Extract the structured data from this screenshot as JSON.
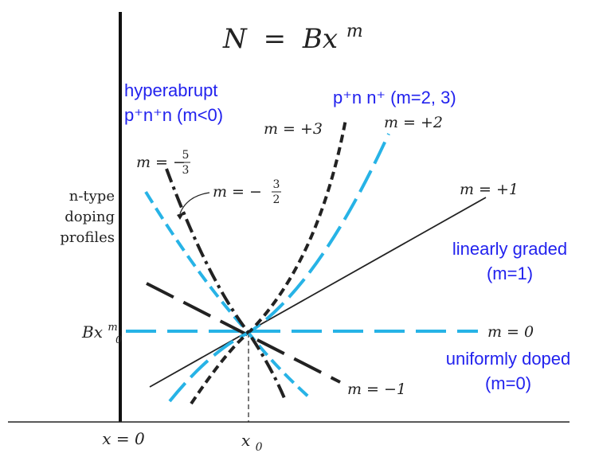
{
  "title": {
    "lhs": "N",
    "eq": "=",
    "rhs": "Bx",
    "exp": "m"
  },
  "y_axis_label": [
    "n-type",
    "doping",
    "profiles"
  ],
  "y_tick": {
    "base": "Bx",
    "sub": "0",
    "sup": "m"
  },
  "x_axis": {
    "origin_label": "x = 0",
    "x0_base": "x",
    "x0_sub": "0"
  },
  "lines": [
    {
      "id": "m-plus-3",
      "label": "m = +3",
      "color": "#222222",
      "style": "dashed-short"
    },
    {
      "id": "m-plus-2",
      "label": "m = +2",
      "color": "#27b3e6",
      "style": "dashed-long"
    },
    {
      "id": "m-plus-1",
      "label": "m = +1",
      "color": "#222222",
      "style": "solid"
    },
    {
      "id": "m-zero",
      "label": "m = 0",
      "color": "#27b3e6",
      "style": "dashed-long"
    },
    {
      "id": "m-minus-1",
      "label": "m = −1",
      "color": "#222222",
      "style": "dashed-long"
    },
    {
      "id": "m-minus-5-3",
      "label_prefix": "m = −",
      "num": "5",
      "den": "3",
      "color": "#222222",
      "style": "dash-dot"
    },
    {
      "id": "m-minus-3-2",
      "label_prefix": "m = −",
      "num": "3",
      "den": "2",
      "color": "#27b3e6",
      "style": "dashed-medium"
    }
  ],
  "annotations": {
    "hyperabrupt": [
      "hyperabrupt",
      "p⁺n⁺n (m<0)"
    ],
    "pn": "p⁺n n⁺ (m=2, 3)",
    "linear": [
      "linearly graded",
      "(m=1)"
    ],
    "uniform": [
      "uniformly doped",
      "(m=0)"
    ]
  },
  "colors": {
    "black_lines": "#222222",
    "blue_lines": "#27b3e6",
    "annotation_text": "#2222ee"
  }
}
